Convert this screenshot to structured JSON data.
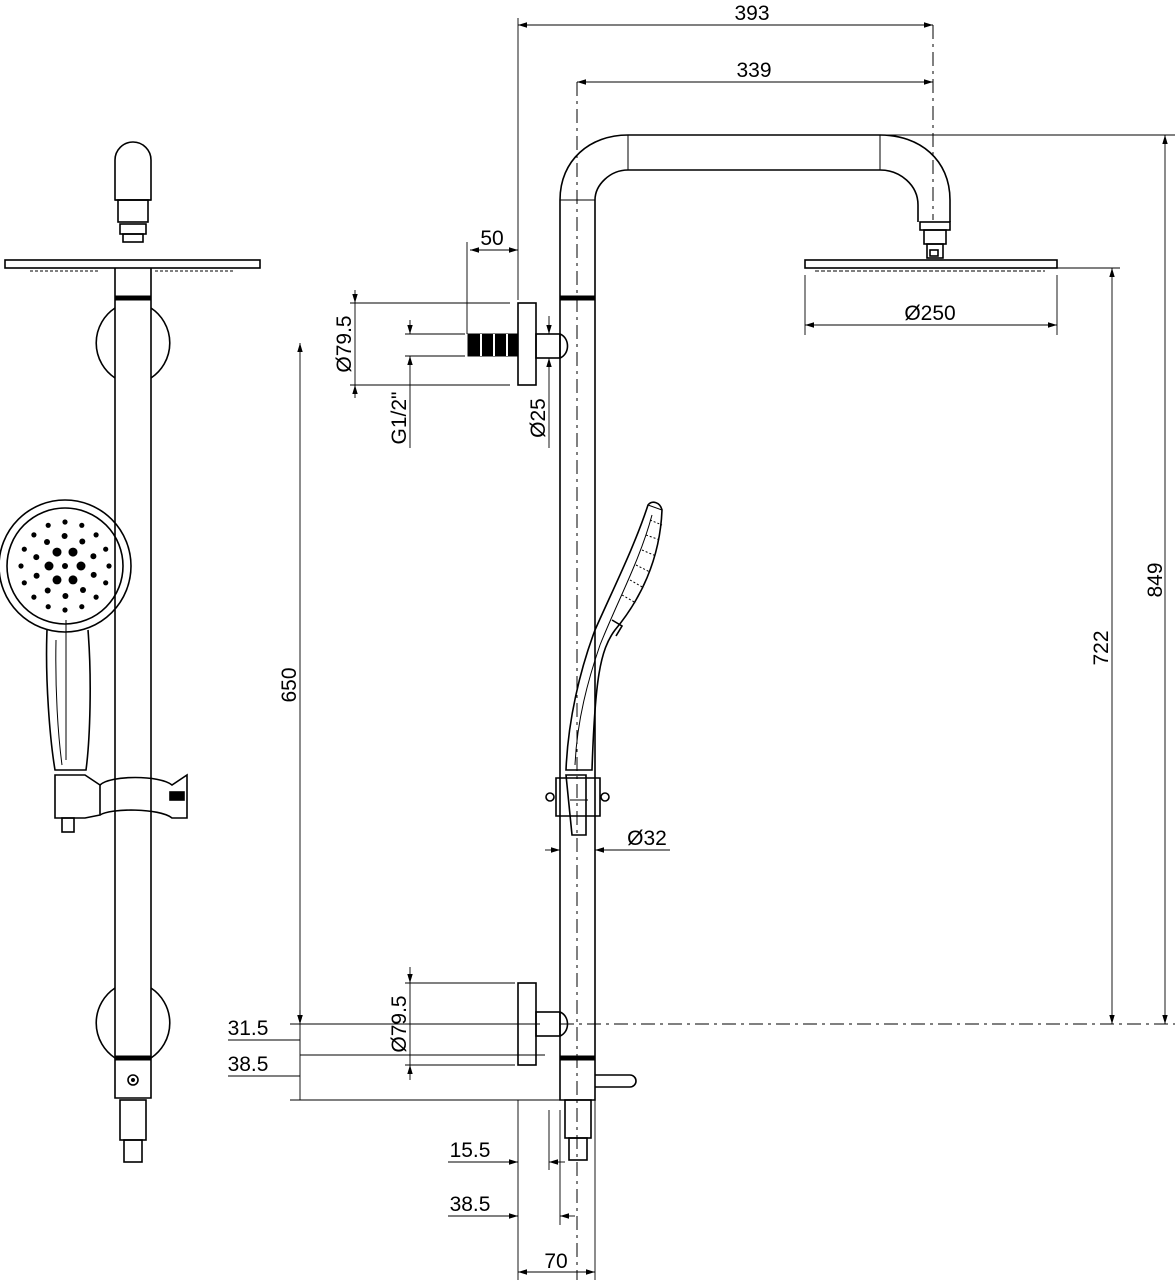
{
  "dimensions": {
    "overall_width": "393",
    "center_to_head": "339",
    "wall_offset": "50",
    "flange_top": "Ø79.5",
    "thread": "G1/2\"",
    "arm_diameter": "Ø25",
    "head_diameter": "Ø250",
    "total_height": "849",
    "head_height": "722",
    "rail_height": "650",
    "slider_diameter": "Ø32",
    "flange_bottom": "Ø79.5",
    "offset_a": "31.5",
    "offset_b": "38.5",
    "depth_a": "15.5",
    "depth_b": "38.5",
    "depth_c": "70"
  }
}
